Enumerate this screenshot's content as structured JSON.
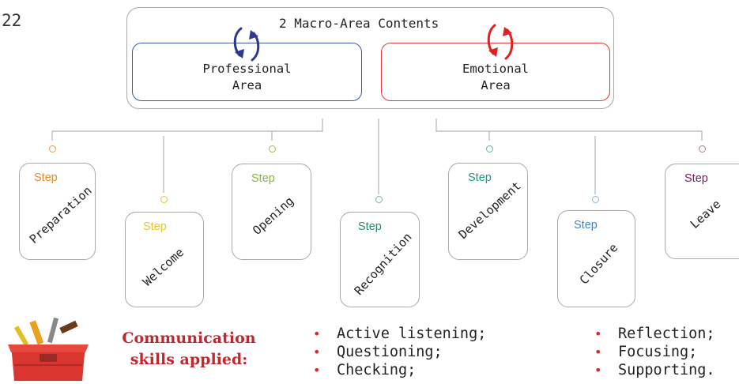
{
  "page_number": "22",
  "macro": {
    "title": "2 Macro-Area Contents",
    "professional": {
      "line1": "Professional",
      "line2": "Area",
      "color": "#3a5a9c"
    },
    "emotional": {
      "line1": "Emotional",
      "line2": "Area",
      "color": "#e03a3a"
    }
  },
  "steps": [
    {
      "label": "Step",
      "name": "Preparation",
      "color": "#e08a2a"
    },
    {
      "label": "Step",
      "name": "Welcome",
      "color": "#e8c62a"
    },
    {
      "label": "Step",
      "name": "Opening",
      "color": "#8ab63a"
    },
    {
      "label": "Step",
      "name": "Recognition",
      "color": "#3a9a6a"
    },
    {
      "label": "Step",
      "name": "Development",
      "color": "#2a9a8a"
    },
    {
      "label": "Step",
      "name": "Closure",
      "color": "#5a9ad0"
    },
    {
      "label": "Step",
      "name": "Leave",
      "color": "#8a2a6a"
    }
  ],
  "skills": {
    "title_line1": "Communication",
    "title_line2": "skills applied:",
    "left": [
      "Active listening;",
      "Questioning;",
      "Checking;"
    ],
    "right": [
      "Reflection;",
      "Focusing;",
      "Supporting."
    ]
  },
  "icons": {
    "toolbox": "toolbox-icon",
    "professional_cycle": "cycle-arrows-icon",
    "emotional_cycle": "cycle-arrows-icon"
  }
}
